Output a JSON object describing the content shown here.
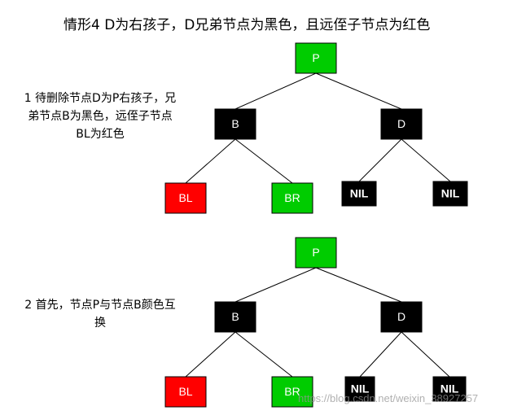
{
  "title": "情形4 D为右孩子，D兄弟节点为黑色，且远侄子节点为红色",
  "captions": {
    "step1": "1 待删除节点D为P右孩子，兄弟节点B为黑色，远侄子节点BL为红色",
    "step2": "2 首先，节点P与节点B颜色互换"
  },
  "colors": {
    "red": "#ff0000",
    "green": "#00cc00",
    "black": "#000000"
  },
  "trees": [
    {
      "nodes": [
        {
          "id": "P",
          "label": "P",
          "fill": "green"
        },
        {
          "id": "B",
          "label": "B",
          "fill": "black"
        },
        {
          "id": "D",
          "label": "D",
          "fill": "black"
        },
        {
          "id": "BL",
          "label": "BL",
          "fill": "red"
        },
        {
          "id": "BR",
          "label": "BR",
          "fill": "green"
        },
        {
          "id": "N1",
          "label": "NIL",
          "fill": "black"
        },
        {
          "id": "N2",
          "label": "NIL",
          "fill": "black"
        }
      ],
      "edges": [
        [
          "P",
          "B"
        ],
        [
          "P",
          "D"
        ],
        [
          "B",
          "BL"
        ],
        [
          "B",
          "BR"
        ],
        [
          "D",
          "N1"
        ],
        [
          "D",
          "N2"
        ]
      ]
    },
    {
      "nodes": [
        {
          "id": "P",
          "label": "P",
          "fill": "green"
        },
        {
          "id": "B",
          "label": "B",
          "fill": "black"
        },
        {
          "id": "D",
          "label": "D",
          "fill": "black"
        },
        {
          "id": "BL",
          "label": "BL",
          "fill": "red"
        },
        {
          "id": "BR",
          "label": "BR",
          "fill": "green"
        },
        {
          "id": "N1",
          "label": "NIL",
          "fill": "black"
        },
        {
          "id": "N2",
          "label": "NIL",
          "fill": "black"
        }
      ],
      "edges": [
        [
          "P",
          "B"
        ],
        [
          "P",
          "D"
        ],
        [
          "B",
          "BL"
        ],
        [
          "B",
          "BR"
        ],
        [
          "D",
          "N1"
        ],
        [
          "D",
          "N2"
        ]
      ]
    }
  ],
  "watermark": "https://blog.csdn.net/weixin_38927257"
}
